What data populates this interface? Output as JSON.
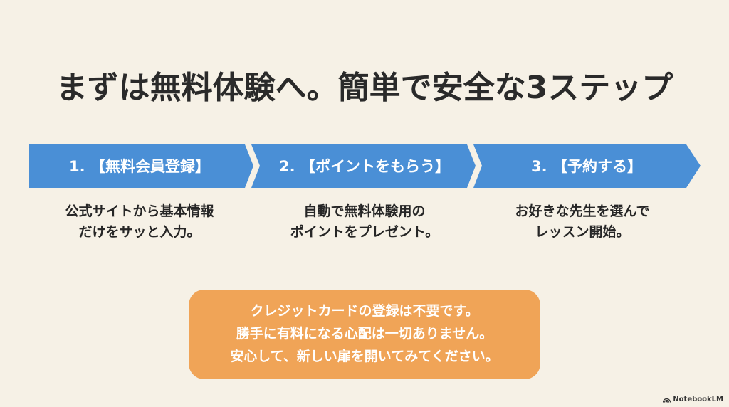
{
  "title": "まずは無料体験へ。簡単で安全な3ステップ",
  "colors": {
    "background": "#f6f1e6",
    "step_band": "#4a8fd6",
    "notice": "#f0a457",
    "title_text": "#2a2a2a"
  },
  "steps": [
    {
      "label": "1. 【無料会員登録】",
      "description": [
        "公式サイトから基本情報",
        "だけをサッと入力。"
      ]
    },
    {
      "label": "2. 【ポイントをもらう】",
      "description": [
        "自動で無料体験用の",
        "ポイントをプレゼント。"
      ]
    },
    {
      "label": "3. 【予約する】",
      "description": [
        "お好きな先生を選んで",
        "レッスン開始。"
      ]
    }
  ],
  "notice": {
    "lines": [
      "クレジットカードの登録は不要です。",
      "勝手に有料になる心配は一切ありません。",
      "安心して、新しい扉を開いてみてください。"
    ]
  },
  "brand": {
    "icon": "notebooklm-logo-icon",
    "label": "NotebookLM"
  }
}
